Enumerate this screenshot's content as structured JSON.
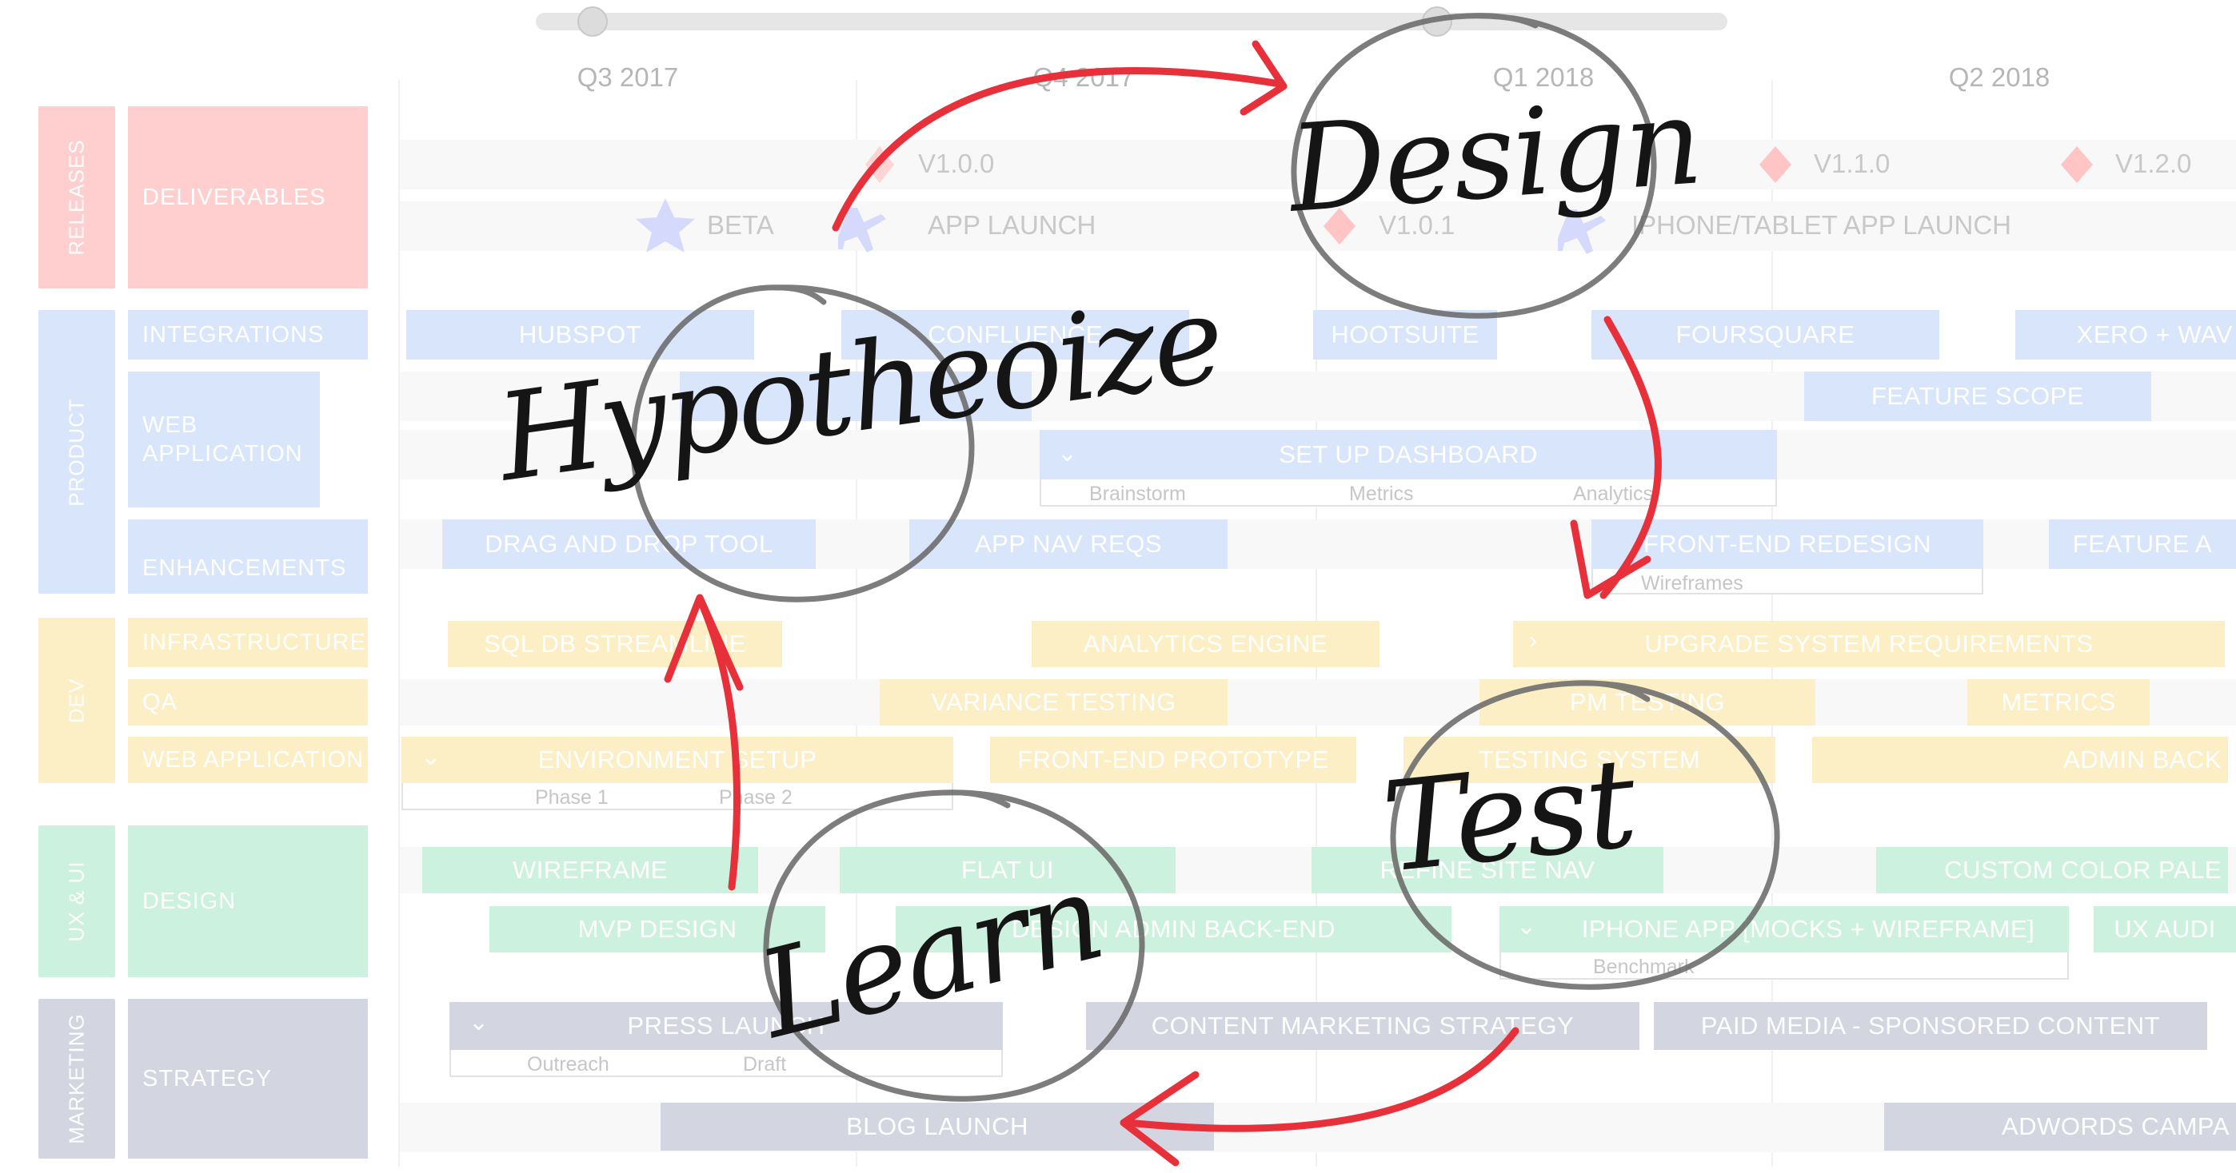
{
  "timeline": {
    "quarters": [
      "Q3 2017",
      "Q4 2017",
      "Q1 2018",
      "Q2 2018"
    ]
  },
  "groups": [
    {
      "label": "RELEASES",
      "color": "#ffcfcf",
      "categories": [
        "DELIVERABLES"
      ]
    },
    {
      "label": "PRODUCT",
      "color": "#d8e5fb",
      "categories": [
        "INTEGRATIONS",
        "WEB APPLICATION",
        "ENHANCEMENTS"
      ]
    },
    {
      "label": "DEV",
      "color": "#fcefc6",
      "categories": [
        "INFRASTRUCTURE",
        "QA",
        "WEB APPLICATION"
      ]
    },
    {
      "label": "UX & UI",
      "color": "#cdf1df",
      "categories": [
        "DESIGN"
      ]
    },
    {
      "label": "MARKETING",
      "color": "#d3d5e1",
      "categories": [
        "STRATEGY"
      ]
    }
  ],
  "milestones": {
    "v100": "V1.0.0",
    "v110": "V1.1.0",
    "v120": "V1.2.0",
    "beta": "BETA",
    "app_launch": "APP LAUNCH",
    "v101": "V1.0.1",
    "tablet_launch": "IPHONE/TABLET APP LAUNCH"
  },
  "bars": {
    "hubspot": "HUBSPOT",
    "confluence": "CONFLUENCE",
    "hootsuite": "HOOTSUITE",
    "foursquare": "FOURSQUARE",
    "xero": "XERO + WAV",
    "feature_scope": "FEATURE SCOPE",
    "setup_dashboard": "SET UP DASHBOARD",
    "drag_drop": "DRAG AND DROP TOOL",
    "app_nav": "APP NAV REQS",
    "frontend_redesign": "FRONT-END REDESIGN",
    "feature_a": "FEATURE A",
    "sql_db": "SQL DB STREAMLINE",
    "analytics_engine": "ANALYTICS ENGINE",
    "upgrade_system": "UPGRADE SYSTEM REQUIREMENTS",
    "variance_testing": "VARIANCE TESTING",
    "pm_testing": "PM TESTING",
    "metrics": "METRICS",
    "env_setup": "ENVIRONMENT SETUP",
    "frontend_prototype": "FRONT-END PROTOTYPE",
    "testing_system": "TESTING SYSTEM",
    "admin_back": "ADMIN BACK",
    "wireframe": "WIREFRAME",
    "flat_ui": "FLAT UI",
    "refine_nav": "REFINE SITE NAV",
    "custom_color": "CUSTOM COLOR PALE",
    "mvp_design": "MVP DESIGN",
    "design_admin": "DESIGN ADMIN BACK-END",
    "iphone_app": "IPHONE APP [MOCKS + WIREFRAME]",
    "ux_audit": "UX AUDI",
    "press_launch": "PRESS LAUNCH",
    "content_marketing": "CONTENT MARKETING STRATEGY",
    "paid_media": "PAID MEDIA - SPONSORED CONTENT",
    "blog_launch": "BLOG LAUNCH",
    "adwords": "ADWORDS CAMPA"
  },
  "subtasks": {
    "brainstorm": "Brainstorm",
    "metrics": "Metrics",
    "analytics": "Analytics",
    "wireframes": "Wireframes",
    "phase1": "Phase 1",
    "phase2": "Phase 2",
    "benchmark": "Benchmark",
    "outreach": "Outreach",
    "draft": "Draft"
  },
  "cycle": {
    "design": "Design",
    "test": "Test",
    "learn": "Learn",
    "hypothesis": "Hypotheoize",
    "arrow_color": "#e8303a",
    "circle_color": "#666666",
    "ink_color": "#151515"
  }
}
